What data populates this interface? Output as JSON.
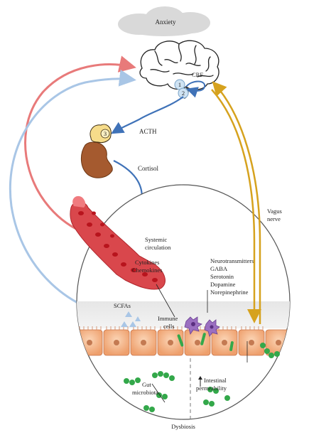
{
  "labels": {
    "anxiety": "Anxiety",
    "crf": "CRF",
    "node1": "1",
    "node2": "2",
    "node3": "3",
    "acth": "ACTH",
    "cortisol": "Cortisol",
    "vagus1": "Vagus",
    "vagus2": "nerve",
    "systemic1": "Systemic",
    "systemic2": "circulation",
    "cytokines": "Cytokines",
    "chemokines": "Chemokines",
    "scfas": "SCFAs",
    "immune1": "Immune",
    "immune2": "cells",
    "neuro": [
      "Neurotransmitters",
      "GABA",
      "Serotonin",
      "Dopamine",
      "Norepinephrine"
    ],
    "gut1": "Gut",
    "gut2": "microbiota",
    "intestinal1": "Intestinal",
    "intestinal2": "permeability",
    "dysbiosis": "Dysbiosis"
  },
  "colors": {
    "red_arrow": "#e87a7a",
    "blue_arrow": "#a9c6e6",
    "hpa_arrow": "#3f72b8",
    "vagus_arrow": "#d6a21e",
    "epithelium": "#f2b48a",
    "vessel": "#d9474c",
    "immune": "#9b6fc1",
    "bacteria": "#33a84a"
  }
}
